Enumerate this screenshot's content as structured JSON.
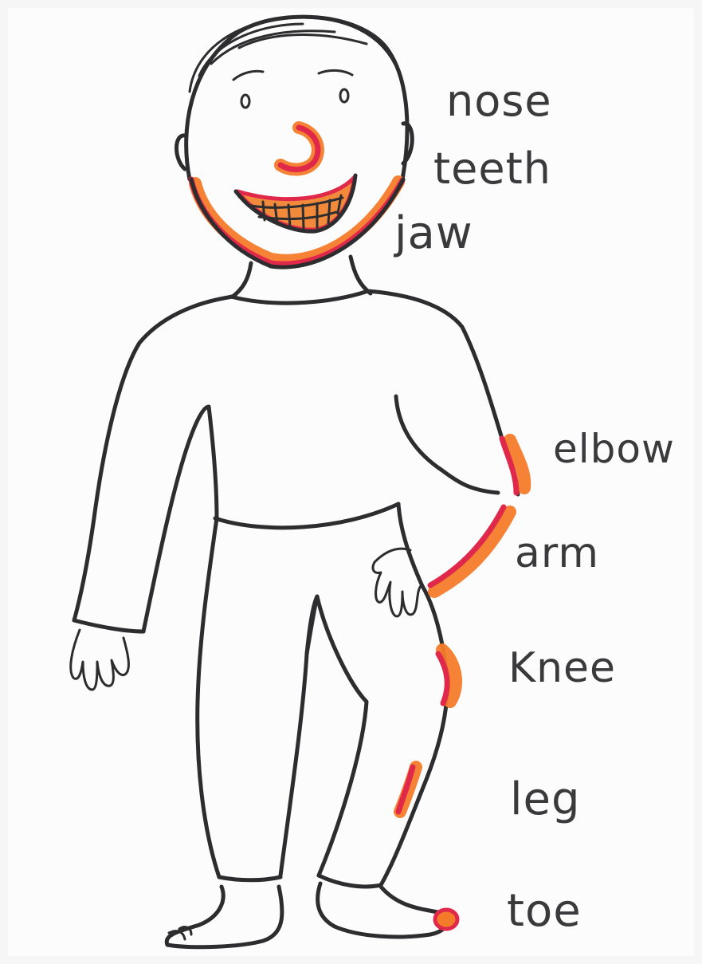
{
  "labels": {
    "nose": "nose",
    "teeth": "teeth",
    "jaw": "jaw",
    "elbow": "elbow",
    "arm": "arm",
    "knee": "Knee",
    "leg": "leg",
    "toe": "toe"
  },
  "colors": {
    "ink": "#2d2d2f",
    "highlight_orange": "#f47b2a",
    "highlight_red": "#e0284a",
    "paper": "#fcfcfc"
  }
}
